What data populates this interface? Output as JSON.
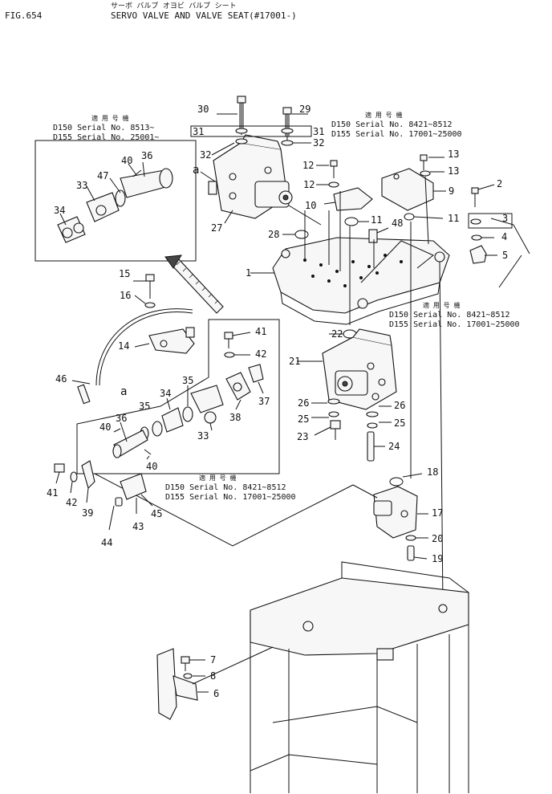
{
  "header": {
    "fig": "FIG.654",
    "japanese": "サーボ バルブ オヨビ バルブ シート",
    "title": "SERVO VALVE AND VALVE SEAT(#17001-)"
  },
  "applicability_label": "適 用 号 機",
  "serial_blocks": [
    {
      "id": "upper-left",
      "lines": [
        "D150  Serial No. 8513~",
        "D155  Serial No. 25001~"
      ]
    },
    {
      "id": "upper-right",
      "lines": [
        "D150  Serial No. 8421~8512",
        "D155  Serial No. 17001~25000"
      ]
    },
    {
      "id": "middle-right",
      "lines": [
        "D150  Serial No. 8421~8512",
        "D155  Serial No. 17001~25000"
      ]
    },
    {
      "id": "lower-left",
      "lines": [
        "D150  Serial No. 8421~8512",
        "D155  Serial No. 17001~25000"
      ]
    }
  ],
  "reference_marks": [
    "a",
    "a"
  ],
  "callouts": [
    "30",
    "29",
    "31",
    "31",
    "32",
    "32",
    "12",
    "13",
    "12",
    "13",
    "10",
    "9",
    "2",
    "3",
    "4",
    "5",
    "11",
    "11",
    "48",
    "28",
    "1",
    "40",
    "36",
    "47",
    "33",
    "34",
    "27",
    "15",
    "16",
    "14",
    "41",
    "42",
    "35",
    "34",
    "37",
    "38",
    "36",
    "35",
    "33",
    "40",
    "40",
    "46",
    "22",
    "21",
    "26",
    "26",
    "25",
    "25",
    "23",
    "24",
    "18",
    "17",
    "20",
    "19",
    "41",
    "42",
    "39",
    "43",
    "45",
    "44",
    "7",
    "8",
    "6"
  ]
}
